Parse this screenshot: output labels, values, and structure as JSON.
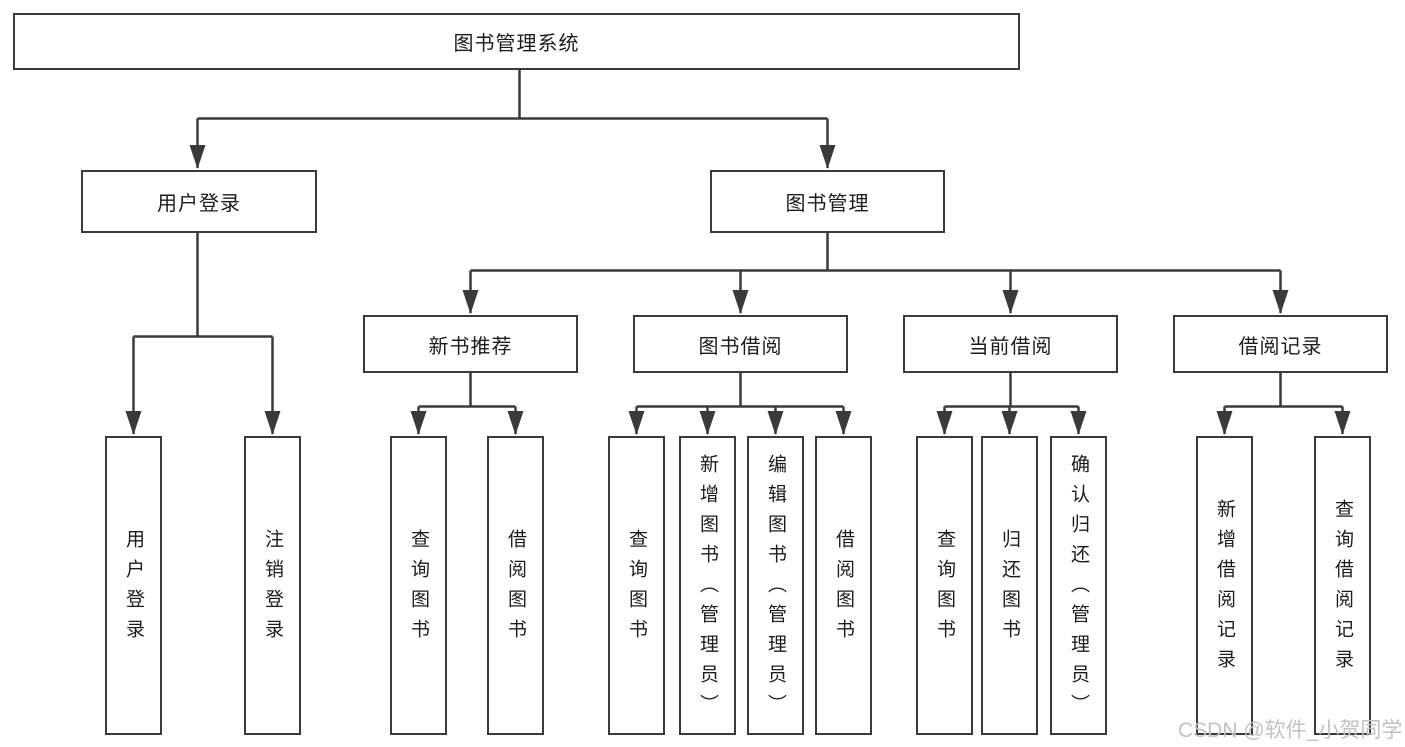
{
  "diagram_title": "图书管理系统",
  "colors": {
    "line": "#3a3a3a",
    "box_border": "#3a3a3a",
    "box_fill": "#ffffff",
    "text": "#1c1c1c",
    "background": "#ffffff",
    "watermark_text": "#c2c2c2"
  },
  "tree": {
    "label": "图书管理系统",
    "children": [
      {
        "label": "用户登录",
        "children": [
          {
            "label": "用户登录"
          },
          {
            "label": "注销登录"
          }
        ]
      },
      {
        "label": "图书管理",
        "children": [
          {
            "label": "新书推荐",
            "children": [
              {
                "label": "查询图书"
              },
              {
                "label": "借阅图书"
              }
            ]
          },
          {
            "label": "图书借阅",
            "children": [
              {
                "label": "查询图书"
              },
              {
                "label": "新增图书（管理员）"
              },
              {
                "label": "编辑图书（管理员）"
              },
              {
                "label": "借阅图书"
              }
            ]
          },
          {
            "label": "当前借阅",
            "children": [
              {
                "label": "查询图书"
              },
              {
                "label": "归还图书"
              },
              {
                "label": "确认归还（管理员）"
              }
            ]
          },
          {
            "label": "借阅记录",
            "children": [
              {
                "label": "新增借阅记录"
              },
              {
                "label": "查询借阅记录"
              }
            ]
          }
        ]
      }
    ]
  },
  "watermark": {
    "text": "CSDN @软件_小贺同学"
  }
}
